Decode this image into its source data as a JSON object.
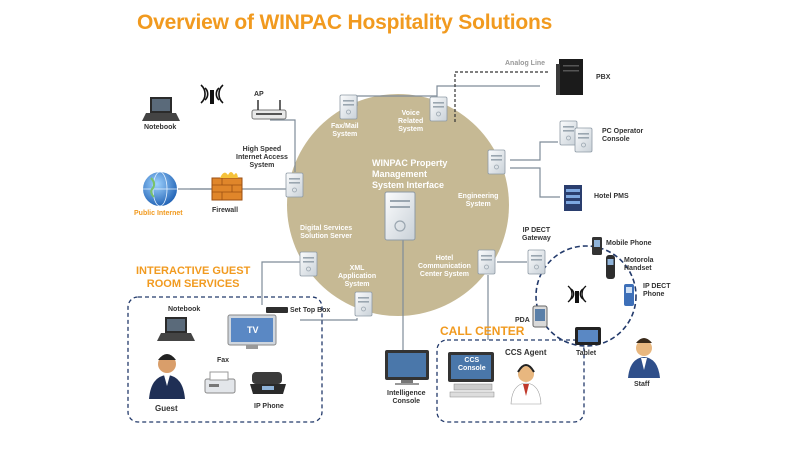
{
  "title": "Overview of WINPAC Hospitality Solutions",
  "core": {
    "title_l1": "WINPAC Property",
    "title_l2": "Management",
    "title_l3": "System Interface"
  },
  "servers": {
    "voice_l1": "Voice",
    "voice_l2": "Related",
    "voice_l3": "System",
    "fax_l1": "Fax/Mail",
    "fax_l2": "System",
    "engineering_l1": "Engineering",
    "engineering_l2": "System",
    "hotel_comm_l1": "Hotel",
    "hotel_comm_l2": "Communication",
    "hotel_comm_l3": "Center System",
    "digital_l1": "Digital Services",
    "digital_l2": "Solution Server",
    "xml_l1": "XML",
    "xml_l2": "Application",
    "xml_l3": "System"
  },
  "nodes": {
    "analog_line": "Analog Line",
    "pbx": "PBX",
    "ap": "AP",
    "notebook_top": "Notebook",
    "high_speed_l1": "High Speed",
    "high_speed_l2": "Internet Access",
    "high_speed_l3": "System",
    "public_internet": "Public Internet",
    "firewall": "Firewall",
    "pc_operator_l1": "PC Operator",
    "pc_operator_l2": "Console",
    "hotel_pms": "Hotel PMS",
    "ip_dect_gateway_l1": "IP DECT",
    "ip_dect_gateway_l2": "Gateway",
    "mobile_phone": "Mobile Phone",
    "motorola_l1": "Motorola",
    "motorola_l2": "Handset",
    "ip_dect_phone_l1": "IP DECT",
    "ip_dect_phone_l2": "Phone",
    "pda": "PDA",
    "tablet": "Tablet",
    "staff": "Staff",
    "intelligence_l1": "Intelligence",
    "intelligence_l2": "Console"
  },
  "guest_room": {
    "heading_l1": "INTERACTIVE GUEST",
    "heading_l2": "ROOM SERVICES",
    "notebook": "Notebook",
    "set_top_box": "Set Top Box",
    "tv": "TV",
    "fax": "Fax",
    "guest": "Guest",
    "ip_phone": "IP Phone"
  },
  "call_center": {
    "heading": "CALL CENTER",
    "ccs_agent": "CCS Agent",
    "ccs_console_l1": "CCS",
    "ccs_console_l2": "Console"
  },
  "colors": {
    "accent": "#f19a1f",
    "core_circle": "#c6b994",
    "line": "#7f8c99",
    "server": "#e8ecef"
  }
}
